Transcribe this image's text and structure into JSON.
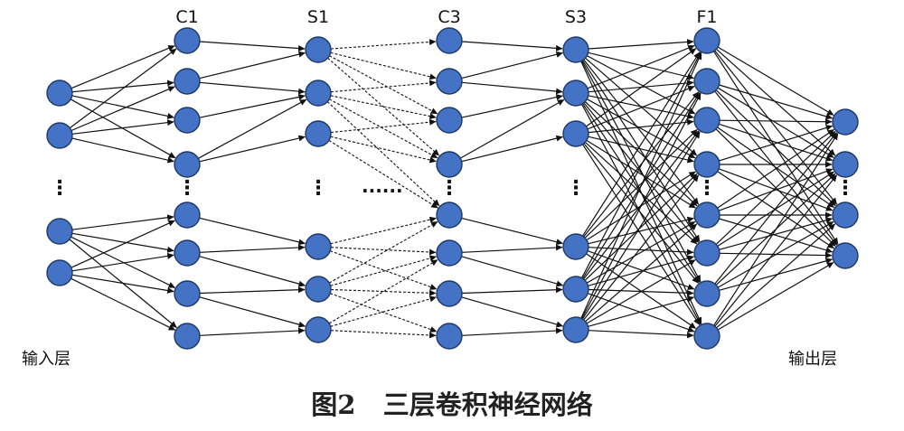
{
  "diagram": {
    "caption": "图2   三层卷积神经网络",
    "input_label": "输入层",
    "output_label": "输出层",
    "node_color": "#4472C4",
    "node_stroke": "#1F3864",
    "edge_color": "#111111",
    "layers": [
      {
        "id": "input",
        "label": "",
        "node_count": 4,
        "ellipsis": "⋮"
      },
      {
        "id": "c1",
        "label": "C1",
        "node_count": 8,
        "ellipsis": "⋮"
      },
      {
        "id": "s1",
        "label": "S1",
        "node_count": 6,
        "ellipsis": "⋮"
      },
      {
        "id": "c3",
        "label": "C3",
        "node_count": 8,
        "ellipsis": "⋮"
      },
      {
        "id": "s3",
        "label": "S3",
        "node_count": 6,
        "ellipsis": "⋮"
      },
      {
        "id": "f1",
        "label": "F1",
        "node_count": 8,
        "ellipsis": "⋮"
      },
      {
        "id": "output",
        "label": "",
        "node_count": 4,
        "ellipsis": "⋮"
      }
    ],
    "horizontal_ellipsis": "......"
  }
}
